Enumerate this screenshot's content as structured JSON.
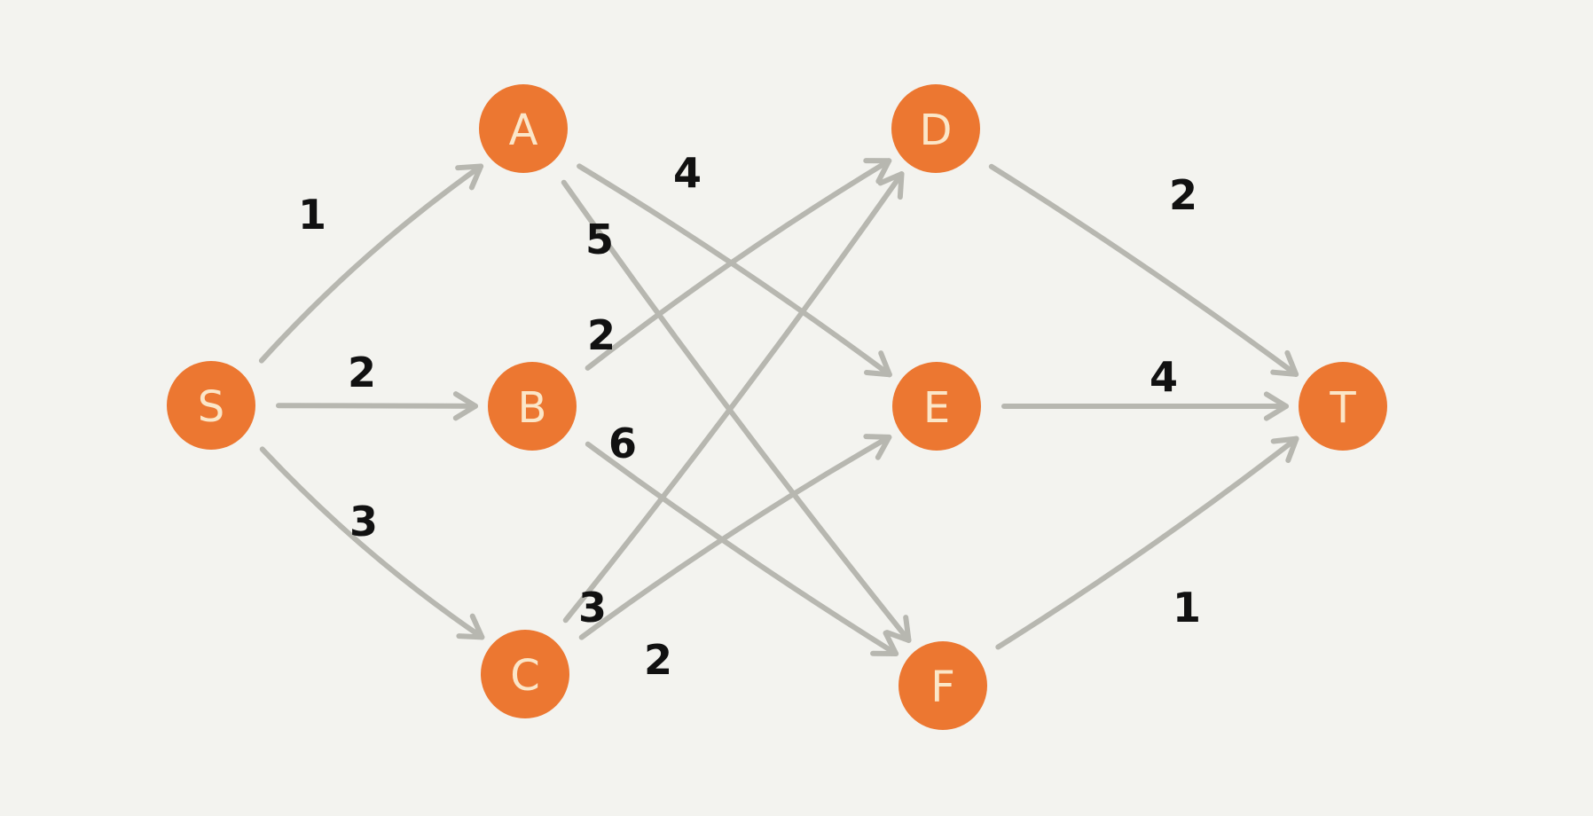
{
  "graph": {
    "colors": {
      "background": "#f3f3ef",
      "node_fill": "#ec7731",
      "node_text": "#fbe6c8",
      "edge": "#b7b7b0",
      "weight_text": "#111111"
    },
    "nodes": [
      {
        "id": "S",
        "label": "S"
      },
      {
        "id": "A",
        "label": "A"
      },
      {
        "id": "B",
        "label": "B"
      },
      {
        "id": "C",
        "label": "C"
      },
      {
        "id": "D",
        "label": "D"
      },
      {
        "id": "E",
        "label": "E"
      },
      {
        "id": "F",
        "label": "F"
      },
      {
        "id": "T",
        "label": "T"
      }
    ],
    "edges": [
      {
        "from": "S",
        "to": "A",
        "weight": "1"
      },
      {
        "from": "S",
        "to": "B",
        "weight": "2"
      },
      {
        "from": "S",
        "to": "C",
        "weight": "3"
      },
      {
        "from": "A",
        "to": "E",
        "weight": "4"
      },
      {
        "from": "A",
        "to": "F",
        "weight": "5"
      },
      {
        "from": "B",
        "to": "D",
        "weight": "2"
      },
      {
        "from": "B",
        "to": "F",
        "weight": "6"
      },
      {
        "from": "C",
        "to": "D",
        "weight": "3"
      },
      {
        "from": "C",
        "to": "E",
        "weight": "2"
      },
      {
        "from": "D",
        "to": "T",
        "weight": "2"
      },
      {
        "from": "E",
        "to": "T",
        "weight": "4"
      },
      {
        "from": "F",
        "to": "T",
        "weight": "1"
      }
    ]
  }
}
